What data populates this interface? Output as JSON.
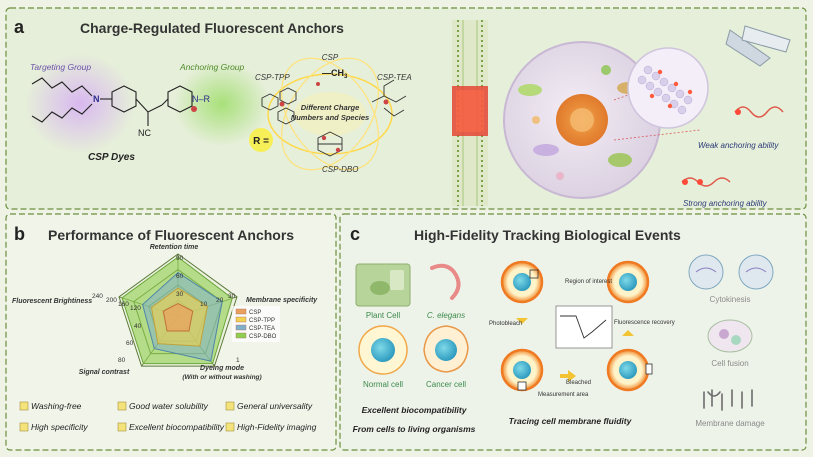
{
  "panel_a": {
    "letter": "a",
    "title": "Charge-Regulated Fluorescent Anchors",
    "targeting_group": "Targeting Group",
    "anchoring_group": "Anchoring Group",
    "n_label": "N",
    "nc_label": "NC",
    "nr_label": "N–R",
    "dyes_label": "CSP Dyes",
    "r_equals": "R =",
    "csp": "CSP",
    "csp_tpp": "CSP-TPP",
    "csp_tea": "CSP-TEA",
    "csp_dbo": "CSP-DBO",
    "methyl": "—CH",
    "methyl_sub": "3",
    "center_line1": "Different Charge",
    "center_line2": "Numbers and Species",
    "weak": "Weak anchoring ability",
    "strong": "Strong anchoring ability"
  },
  "panel_b": {
    "letter": "b",
    "title": "Performance of Fluorescent Anchors",
    "axes": {
      "retention": "Retention time",
      "membrane": "Membrane specificity",
      "dyeing_line1": "Dyeing mode",
      "dyeing_line2": "(With or without washing)",
      "signal": "Signal contrast",
      "brightness": "Fluorescent Brightiness"
    },
    "ticks": {
      "r90": "90",
      "r60": "60",
      "r30": "30",
      "m30": "30",
      "m20": "20",
      "m10": "10",
      "d1": "1",
      "s80": "80",
      "s60": "60",
      "s40": "40",
      "f240": "240",
      "f200": "200",
      "f160": "160",
      "f120": "120"
    },
    "legend": [
      "CSP",
      "CSP-TPP",
      "CSP-TEA",
      "CSP-DBO"
    ],
    "series_colors": [
      "#e9a15e",
      "#f2d24f",
      "#7fb0c9",
      "#8fcf4e"
    ],
    "features": [
      "Washing-free",
      "Good water solubility",
      "General universality",
      "High specificity",
      "Excellent biocompatibility",
      "High-Fidelity imaging"
    ]
  },
  "panel_c": {
    "letter": "c",
    "title": "High-Fidelity Tracking Biological Events",
    "plant_cell": "Plant Cell",
    "c_elegans": "C. elegans",
    "normal_cell": "Normal cell",
    "cancer_cell": "Cancer cell",
    "biocompat": "Excellent biocompatibility",
    "cells_to_organisms": "From cells to living organisms",
    "region": "Region of interest",
    "photobleach": "Photobleach",
    "fluor_recovery": "Fluorescence recovery",
    "bleached": "Bleached",
    "measurement": "Measurement area",
    "fluidity": "Tracing cell membrane fluidity",
    "cytokinesis": "Cytokinesis",
    "cell_fusion": "Cell fusion",
    "membrane_damage": "Membrane damage"
  }
}
